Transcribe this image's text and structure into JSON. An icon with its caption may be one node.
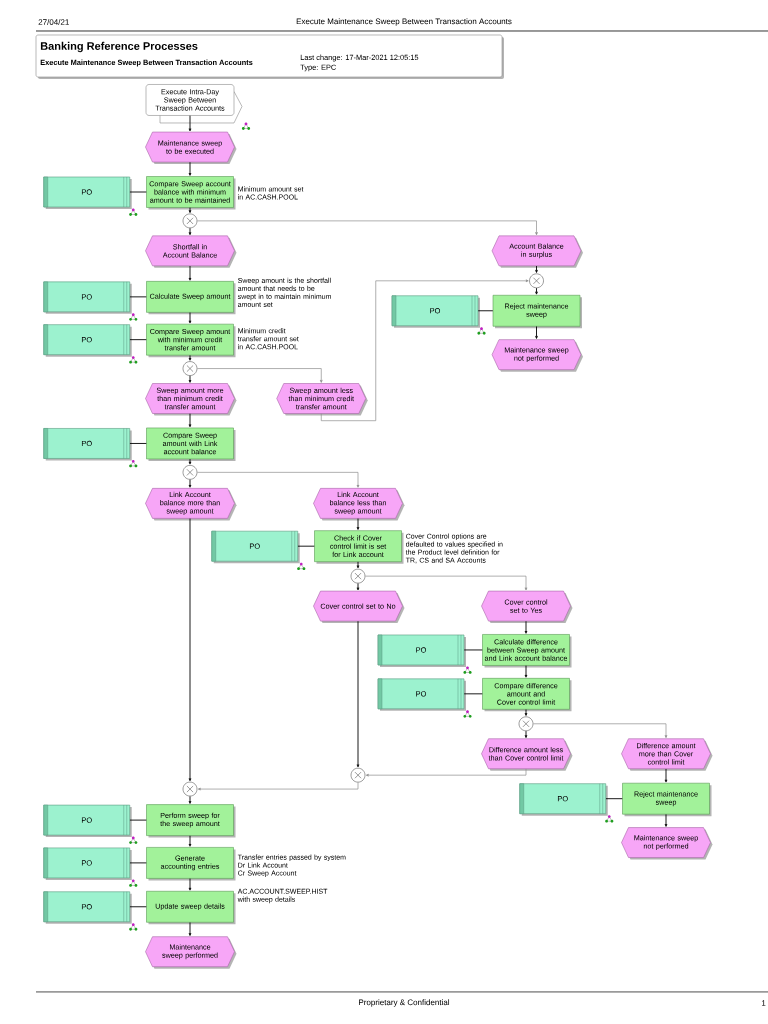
{
  "diagram": {
    "title": "Banking Reference Processes",
    "nodes": [
      {
        "text": [
          "Execute Intra-Day Sweep Between Transaction Accounts"
        ]
      },
      {
        "text": [
          "Maintenance sweep to be executed"
        ]
      },
      {
        "text": [
          "PO"
        ]
      },
      {
        "text": [
          "Compare Sweep account balance with minimum amount to be maintained"
        ],
        "beside": [
          "Minimum amount set in AC.CASH.POOL"
        ]
      },
      {
        "text": [],
        "shape": "circle"
      },
      {
        "text": [
          "Shortfall in Account Balance"
        ]
      },
      {
        "text": [
          "Account Balance in surplus"
        ]
      },
      {
        "text": [],
        "shape": "circle"
      },
      {
        "text": [
          "PO"
        ]
      },
      {
        "text": [
          "Calculate Sweep amount"
        ],
        "beside": [
          "Sweep amount is the shortfall amount that needs to be swept in to maintain minimum amount set"
        ]
      },
      {
        "text": [
          "PO"
        ]
      },
      {
        "text": [
          "Reject maintenance sweep"
        ]
      },
      {
        "text": [
          "PO"
        ]
      },
      {
        "text": [
          "Compare Sweep amount with minimum credit transfer amount"
        ],
        "beside": [
          "Minimum credit transfer amount set in AC.CASH.POOL"
        ]
      },
      {
        "text": [
          "Maintenance sweep not performed"
        ]
      },
      {
        "text": [],
        "shape": "circle"
      },
      {
        "text": [
          "Sweep amount more than minimum credit transfer amount"
        ]
      },
      {
        "text": [
          "Sweep amount less than minimum credit transfer amount"
        ]
      },
      {
        "text": [
          "PO"
        ]
      },
      {
        "text": [
          "Compare Sweep amount with Link account balance"
        ]
      },
      {
        "text": [],
        "shape": "circle"
      },
      {
        "text": [
          "Link Account balance more than sweep amount"
        ]
      },
      {
        "text": [
          "Link Account balance less than sweep amount"
        ]
      },
      {
        "text": [
          "PO"
        ]
      },
      {
        "text": [
          "Check if Cover control limit is set for Link account"
        ],
        "beside": [
          "Cover Control options are defaulted to values specified in the Product level definition for TR, CS and SA Accounts"
        ]
      },
      {
        "text": [],
        "shape": "circle"
      },
      {
        "text": [
          "Cover control set to No"
        ]
      },
      {
        "text": [
          "Cover control set to Yes"
        ]
      },
      {
        "text": [
          "PO"
        ]
      },
      {
        "text": [
          "Calculate difference between Sweep amount and Link account balance"
        ]
      },
      {
        "text": [
          "PO"
        ]
      },
      {
        "text": [
          "Compare difference amount and Cover control limit"
        ]
      },
      {
        "text": [],
        "shape": "circle"
      },
      {
        "text": [
          "Difference amount less than Cover control limit"
        ]
      },
      {
        "text": [
          "Difference amount more than Cover control limit"
        ]
      },
      {
        "text": [],
        "shape": "circle"
      },
      {
        "text": [],
        "shape": "circle"
      },
      {
        "text": [
          "PO"
        ]
      },
      {
        "text": [
          "Reject maintenance sweep"
        ]
      },
      {
        "text": [
          "PO"
        ]
      },
      {
        "text": [
          "Perform sweep for the sweep amount"
        ]
      },
      {
        "text": [
          "Maintenance sweep not performed"
        ]
      },
      {
        "text": [
          "PO"
        ]
      },
      {
        "text": [
          "Generate accounting entries"
        ],
        "beside": [
          "Transfer entries passed by system",
          "Dr Link Account",
          "Cr Sweep Account"
        ]
      },
      {
        "text": [
          "PO"
        ]
      },
      {
        "text": [
          "Update sweep details"
        ],
        "beside": [
          "AC.ACCOUNT.SWEEP.HIST with sweep details"
        ]
      },
      {
        "text": [
          "Maintenance sweep performed"
        ]
      }
    ],
    "edges": [
      {
        "from": 0,
        "to": 1,
        "arrow": "to"
      },
      {
        "from": 1,
        "to": 3,
        "arrow": "to"
      },
      {
        "from": 2,
        "to": 3,
        "arrow": "none"
      },
      {
        "from": 3,
        "to": 4,
        "arrow": "to"
      },
      {
        "from": 4,
        "to": 5,
        "arrow": "to"
      },
      {
        "from": 4,
        "to": 6,
        "arrow": "to",
        "color": "#8c8c8c"
      },
      {
        "from": 5,
        "to": 9,
        "arrow": "to"
      },
      {
        "from": 8,
        "to": 9,
        "arrow": "none"
      },
      {
        "from": 9,
        "to": 13,
        "arrow": "to"
      },
      {
        "from": 12,
        "to": 13,
        "arrow": "none"
      },
      {
        "from": 13,
        "to": 15,
        "arrow": "to"
      },
      {
        "from": 15,
        "to": 16,
        "arrow": "to"
      },
      {
        "from": 15,
        "to": 17,
        "arrow": "to",
        "color": "#8c8c8c"
      },
      {
        "from": 17,
        "to": 7,
        "arrow": "to",
        "color": "#8c8c8c"
      },
      {
        "from": 6,
        "to": 7,
        "arrow": "to"
      },
      {
        "from": 7,
        "to": 11,
        "arrow": "to"
      },
      {
        "from": 10,
        "to": 11,
        "arrow": "none"
      },
      {
        "from": 11,
        "to": 14,
        "arrow": "to"
      },
      {
        "from": 16,
        "to": 19,
        "arrow": "to"
      },
      {
        "from": 18,
        "to": 19,
        "arrow": "none"
      },
      {
        "from": 19,
        "to": 20,
        "arrow": "to"
      },
      {
        "from": 20,
        "to": 21,
        "arrow": "to"
      },
      {
        "from": 20,
        "to": 22,
        "arrow": "to",
        "color": "#8c8c8c"
      },
      {
        "from": 22,
        "to": 24,
        "arrow": "to"
      },
      {
        "from": 23,
        "to": 24,
        "arrow": "none"
      },
      {
        "from": 24,
        "to": 25,
        "arrow": "to"
      },
      {
        "from": 25,
        "to": 26,
        "arrow": "to"
      },
      {
        "from": 25,
        "to": 27,
        "arrow": "to",
        "color": "#8c8c8c"
      },
      {
        "from": 27,
        "to": 29,
        "arrow": "to"
      },
      {
        "from": 28,
        "to": 29,
        "arrow": "none"
      },
      {
        "from": 29,
        "to": 31,
        "arrow": "to"
      },
      {
        "from": 30,
        "to": 31,
        "arrow": "none"
      },
      {
        "from": 31,
        "to": 32,
        "arrow": "to"
      },
      {
        "from": 32,
        "to": 33,
        "arrow": "to"
      },
      {
        "from": 32,
        "to": 34,
        "arrow": "to",
        "color": "#8c8c8c"
      },
      {
        "from": 26,
        "to": 35,
        "arrow": "to"
      },
      {
        "from": 33,
        "to": 35,
        "arrow": "to",
        "color": "#8c8c8c"
      },
      {
        "from": 21,
        "to": 36,
        "arrow": "to"
      },
      {
        "from": 35,
        "to": 36,
        "arrow": "to",
        "color": "#8c8c8c"
      },
      {
        "from": 34,
        "to": 38,
        "arrow": "to"
      },
      {
        "from": 37,
        "to": 38,
        "arrow": "none"
      },
      {
        "from": 38,
        "to": 41,
        "arrow": "to"
      },
      {
        "from": 36,
        "to": 40,
        "arrow": "to"
      },
      {
        "from": 39,
        "to": 40,
        "arrow": "none"
      },
      {
        "from": 40,
        "to": 43,
        "arrow": "to"
      },
      {
        "from": 42,
        "to": 43,
        "arrow": "none"
      },
      {
        "from": 43,
        "to": 45,
        "arrow": "to"
      },
      {
        "from": 44,
        "to": 45,
        "arrow": "none"
      },
      {
        "from": 45,
        "to": 46,
        "arrow": "to"
      }
    ],
    "labels": [
      "27/04/21",
      "Execute Maintenance Sweep Between Transaction Accounts",
      "Execute Maintenance Sweep Between Transaction Accounts",
      "Last change: 17-Mar-2021 12:05:15",
      "Type: EPC",
      "Proprietary & Confidential",
      "1"
    ]
  }
}
